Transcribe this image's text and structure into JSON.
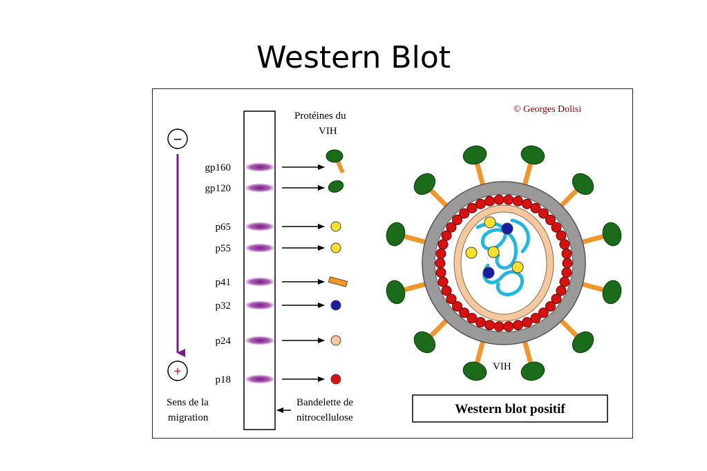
{
  "slide_title": "Western Blot",
  "figure": {
    "copyright": "© Georges Dolisi",
    "proteins_header_line1": "Protéines du",
    "proteins_header_line2": "VIH",
    "minus_sign": "−",
    "plus_sign": "+",
    "migration_label_line1": "Sens de la",
    "migration_label_line2": "migration",
    "strip_label_line1": "Bandelette de",
    "strip_label_line2": "nitrocellulose",
    "virus_label": "VIH",
    "result_box": "Western blot positif",
    "bands": [
      {
        "label": "gp160",
        "protein_color": "#1a6b1a",
        "protein_shape": "stalked-knob"
      },
      {
        "label": "gp120",
        "protein_color": "#1a6b1a",
        "protein_shape": "oval"
      },
      {
        "label": "p65",
        "protein_color": "#f5e02a",
        "protein_shape": "circle"
      },
      {
        "label": "p55",
        "protein_color": "#f5e02a",
        "protein_shape": "circle"
      },
      {
        "label": "p41",
        "protein_color": "#f0962a",
        "protein_shape": "rod"
      },
      {
        "label": "p32",
        "protein_color": "#1a1aa8",
        "protein_shape": "circle"
      },
      {
        "label": "p24",
        "protein_color": "#f5c8a0",
        "protein_shape": "circle"
      },
      {
        "label": "p18",
        "protein_color": "#d81010",
        "protein_shape": "circle"
      }
    ],
    "colors": {
      "band": "#7a1a86",
      "arrow": "#7a1a86",
      "envelope_gray": "#9a9a9a",
      "matrix_red": "#d81010",
      "capsid": "#f5c8a0",
      "rna": "#20b8e0",
      "knob_green": "#1a6b1a",
      "stalk_orange": "#f0962a"
    }
  }
}
